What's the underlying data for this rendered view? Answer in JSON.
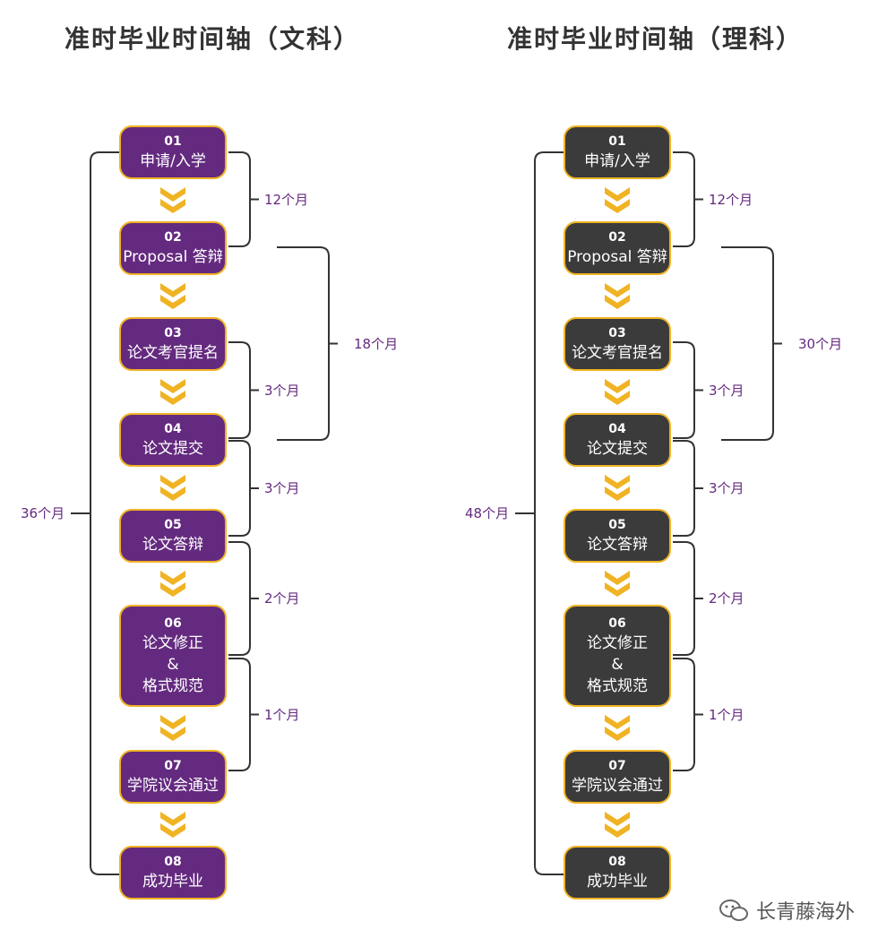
{
  "columns": [
    {
      "title": "准时毕业时间轴（文科）",
      "node_color": "#642a7f",
      "total": "36个月",
      "steps": [
        {
          "num": "01",
          "lines": [
            "申请/入学"
          ]
        },
        {
          "num": "02",
          "lines": [
            "Proposal 答辩"
          ]
        },
        {
          "num": "03",
          "lines": [
            "论文考官提名"
          ]
        },
        {
          "num": "04",
          "lines": [
            "论文提交"
          ]
        },
        {
          "num": "05",
          "lines": [
            "论文答辩"
          ]
        },
        {
          "num": "06",
          "lines": [
            "论文修正",
            "&",
            "格式规范"
          ]
        },
        {
          "num": "07",
          "lines": [
            "学院议会通过"
          ]
        },
        {
          "num": "08",
          "lines": [
            "成功毕业"
          ]
        }
      ],
      "intervals": [
        "12个月",
        "3个月",
        "3个月",
        "2个月",
        "1个月"
      ],
      "span": "18个月"
    },
    {
      "title": "准时毕业时间轴（理科）",
      "node_color": "#3b3b3b",
      "total": "48个月",
      "steps": [
        {
          "num": "01",
          "lines": [
            "申请/入学"
          ]
        },
        {
          "num": "02",
          "lines": [
            "Proposal 答辩"
          ]
        },
        {
          "num": "03",
          "lines": [
            "论文考官提名"
          ]
        },
        {
          "num": "04",
          "lines": [
            "论文提交"
          ]
        },
        {
          "num": "05",
          "lines": [
            "论文答辩"
          ]
        },
        {
          "num": "06",
          "lines": [
            "论文修正",
            "&",
            "格式规范"
          ]
        },
        {
          "num": "07",
          "lines": [
            "学院议会通过"
          ]
        },
        {
          "num": "08",
          "lines": [
            "成功毕业"
          ]
        }
      ],
      "intervals": [
        "12个月",
        "3个月",
        "3个月",
        "2个月",
        "1个月"
      ],
      "span": "30个月"
    }
  ],
  "colors": {
    "accent": "#f0b323",
    "label": "#642a7f",
    "line": "#333333"
  },
  "watermark": {
    "icon": "wechat-icon",
    "text": "长青藤海外"
  }
}
